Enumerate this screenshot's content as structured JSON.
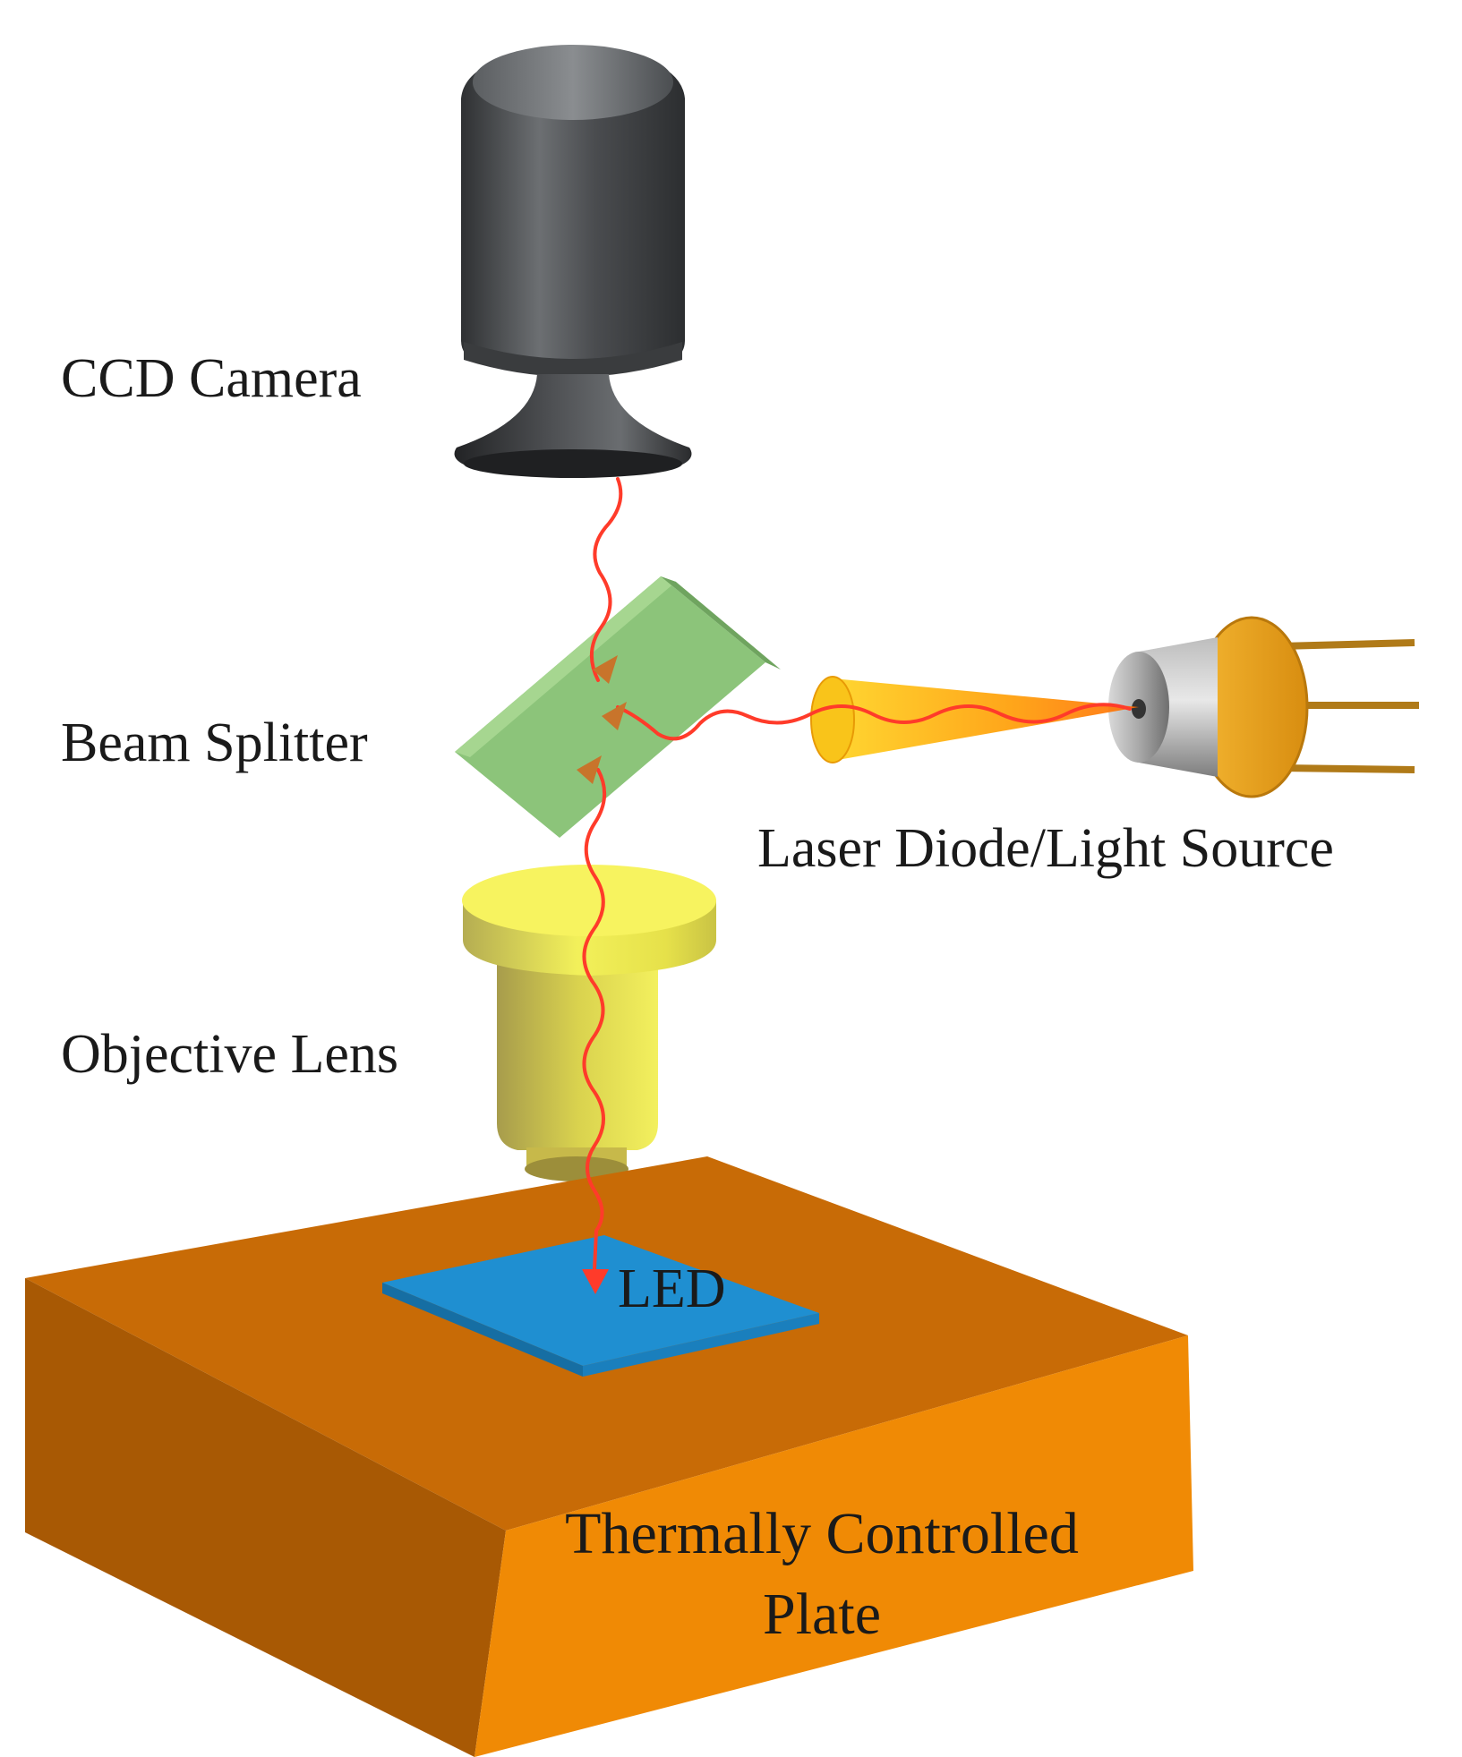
{
  "labels": {
    "camera": "CCD Camera",
    "splitter": "Beam Splitter",
    "laser": "Laser Diode/Light Source",
    "objective": "Objective Lens",
    "led": "LED",
    "plate_line1": "Thermally Controlled",
    "plate_line2": "Plate"
  },
  "colors": {
    "camera_body": "#55585b",
    "splitter": "#8cc47a",
    "laser_cone": "#f5a800",
    "laser_housing": "#e8a21e",
    "objective": "#ecec4a",
    "led": "#1f8fd1",
    "plate_top": "#c86b06",
    "plate_front": "#f08a05",
    "plate_side": "#a85904",
    "beam": "#ff3b2a"
  }
}
